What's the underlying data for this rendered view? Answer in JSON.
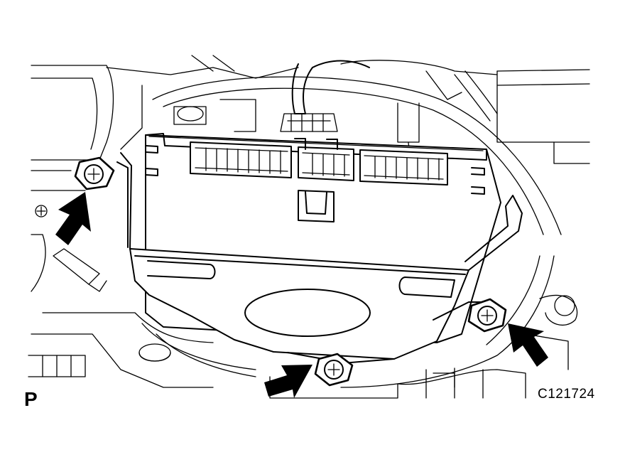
{
  "view_label": "P",
  "figure_code": "C121724",
  "colors": {
    "line": "#000000",
    "background": "#ffffff"
  },
  "arrows": [
    {
      "name": "arrow-left-bolt"
    },
    {
      "name": "arrow-bottom-bolt"
    },
    {
      "name": "arrow-right-bolt"
    }
  ],
  "bolts": [
    {
      "name": "bolt-left"
    },
    {
      "name": "bolt-bottom"
    },
    {
      "name": "bolt-right"
    }
  ]
}
